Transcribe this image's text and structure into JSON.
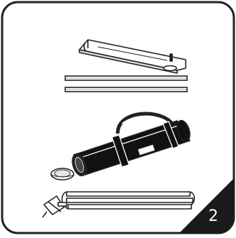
{
  "card": {
    "step_number": "2",
    "border_color": "#222222",
    "corner_color": "#1a1a1a"
  },
  "parts": [
    {
      "name": "base-foot-bar",
      "icon": "base-bar-illustration"
    },
    {
      "name": "pole-segments",
      "icon": "two-poles-illustration"
    },
    {
      "name": "carry-bag",
      "icon": "zippered-carry-bag-illustration"
    },
    {
      "name": "end-cap",
      "icon": "round-cap-illustration"
    },
    {
      "name": "folded-frame",
      "icon": "folded-frame-illustration"
    }
  ]
}
